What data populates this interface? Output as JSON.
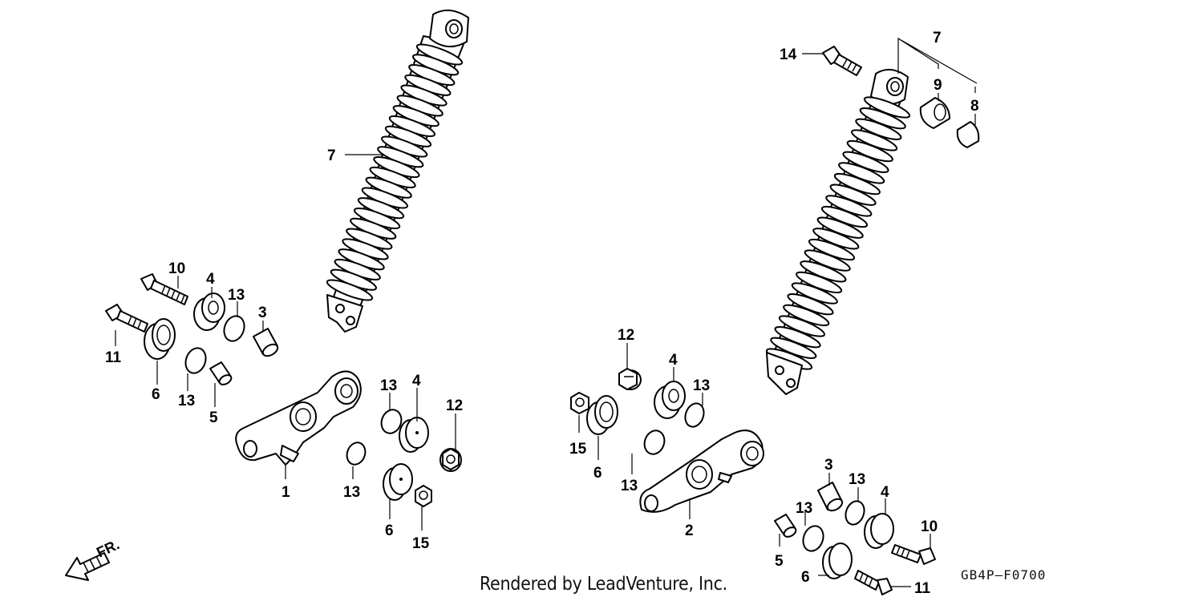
{
  "diagram": {
    "credit": "Rendered by LeadVenture, Inc.",
    "code": "GB4P–F0700",
    "direction_label": "FR.",
    "left_callouts": [
      "7",
      "10",
      "4",
      "13",
      "3",
      "11",
      "6",
      "13",
      "5",
      "13",
      "4",
      "12",
      "1",
      "13",
      "6",
      "15"
    ],
    "right_callouts": [
      "14",
      "7",
      "9",
      "8",
      "12",
      "4",
      "13",
      "15",
      "6",
      "13",
      "2",
      "3",
      "13",
      "13",
      "4",
      "10",
      "5",
      "6",
      "11"
    ]
  }
}
